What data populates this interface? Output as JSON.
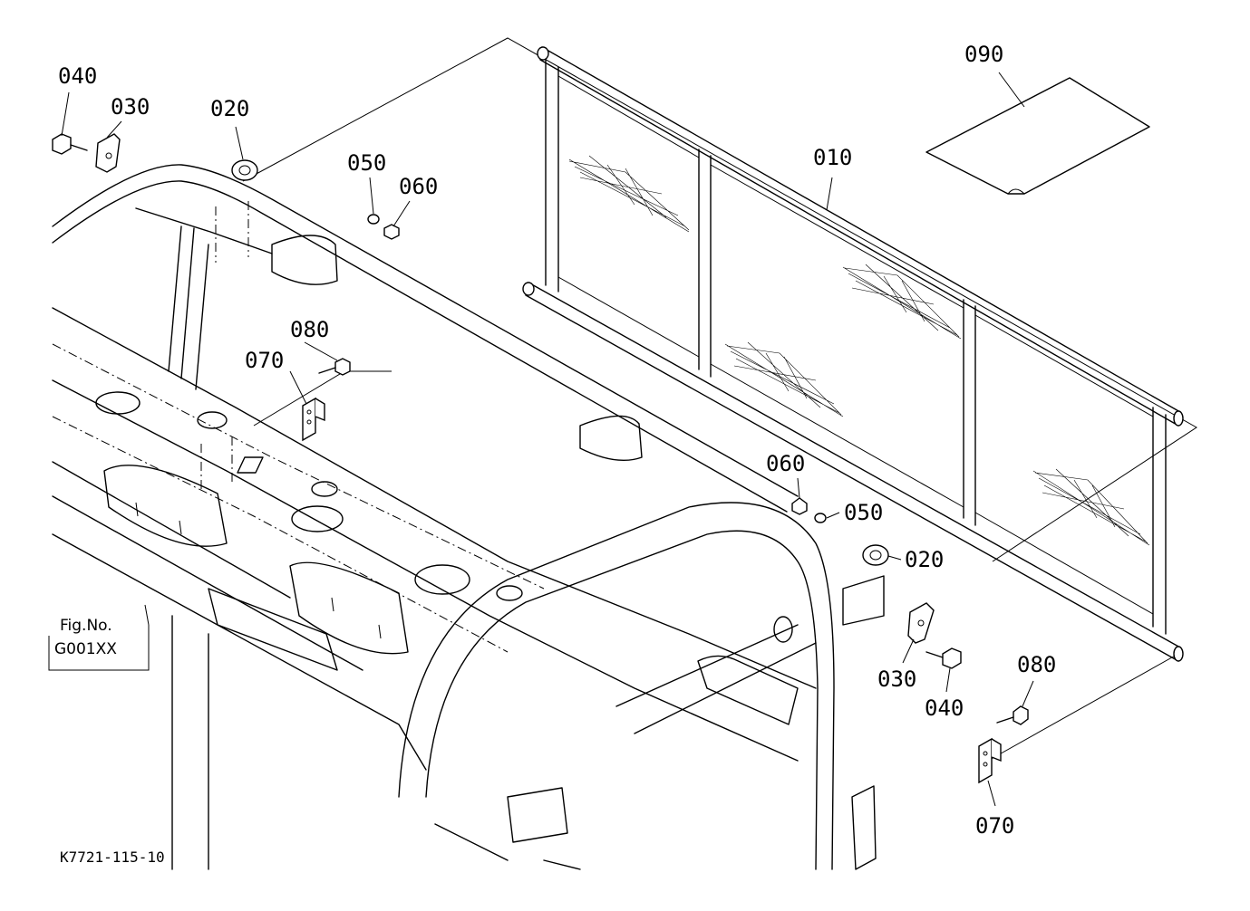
{
  "diagram": {
    "drawing_number": "K7721-115-10",
    "figure_reference": {
      "line1": "Fig.No.",
      "line2": "G001XX"
    },
    "callouts": {
      "c040_top": "040",
      "c030_top": "030",
      "c020_top": "020",
      "c050_top": "050",
      "c060_top": "060",
      "c090": "090",
      "c010": "010",
      "c080_left": "080",
      "c070_left": "070",
      "c060_right": "060",
      "c050_right": "050",
      "c020_right": "020",
      "c030_right": "030",
      "c040_right": "040",
      "c080_right": "080",
      "c070_right": "070"
    }
  }
}
